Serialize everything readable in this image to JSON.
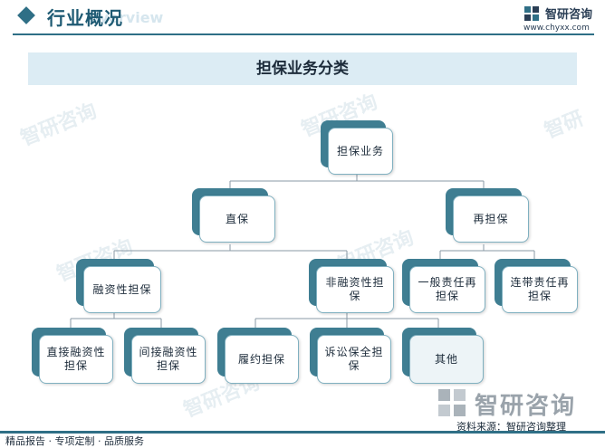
{
  "header": {
    "title": "行业概况",
    "ghost_text": "Overview",
    "logo_name": "智研咨询",
    "logo_url": "www.chyxx.com"
  },
  "banner": {
    "title": "担保业务分类"
  },
  "tree": {
    "root": "担保业务",
    "direct": "直保",
    "reguarantee": "再担保",
    "financing": "融资性担保",
    "nonfinancing": "非融资性担保",
    "general_liability": "一般责任再担保",
    "joint_liability": "连带责任再担保",
    "direct_financing": "直接融资性担保",
    "indirect_financing": "间接融资性担保",
    "performance": "履约担保",
    "litigation": "诉讼保全担保",
    "other": "其他"
  },
  "footer": {
    "logo_name": "智研咨询",
    "source": "资料来源：智研咨询整理",
    "slogan": "精品报告 · 专项定制 · 品质服务"
  },
  "colors": {
    "accent": "#2f6f86",
    "node_back": "#3f7e92",
    "banner_bg": "#dcecf4"
  }
}
